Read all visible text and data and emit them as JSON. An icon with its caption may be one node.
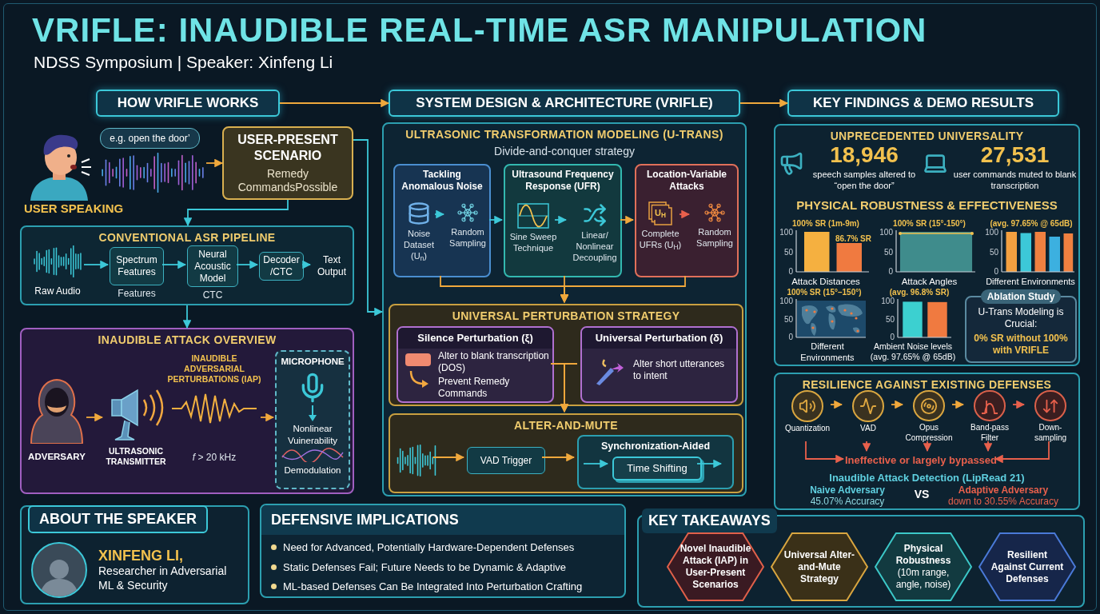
{
  "diagram": {
    "title": "VRIFLE: INAUDIBLE REAL-TIME ASR MANIPULATION",
    "nodes": [
      {
        "text": [
          "HOW VRIFLE WORKS"
        ]
      },
      {
        "text": [
          "SYSTEM DESIGN & ARCHITECTURE (VRIFLE)"
        ]
      },
      {
        "text": [
          "KEY FINDINGS & DEMO RESULTS"
        ]
      },
      {
        "text": [
          "USER SPEAKING"
        ]
      },
      {
        "text": [
          "e.g. open the door’"
        ],
        "in": 3
      },
      {
        "text": [
          "USER-PRESENT SCENARIO",
          "Remedy CommandsPossible"
        ]
      },
      {
        "text": [
          "CONVENTIONAL ASR PIPELINE"
        ]
      },
      {
        "text": [
          "Raw Audio"
        ],
        "in": 6
      },
      {
        "text": [
          "Spectrum Features"
        ],
        "in": 6,
        "beside": [
          "Features"
        ]
      },
      {
        "text": [
          "Neural Acoustic Model"
        ],
        "in": 6,
        "beside": [
          "CTC"
        ]
      },
      {
        "text": [
          "Decoder /CTC"
        ],
        "in": 6
      },
      {
        "text": [
          "Text Output"
        ],
        "in": 6
      },
      {
        "text": [
          "INAUDIBLE ATTACK OVERVIEW"
        ]
      },
      {
        "text": [
          "ADVERSARY"
        ],
        "in": 12
      },
      {
        "text": [
          "ULTRASONIC TRANSMITTER"
        ],
        "in": 12
      },
      {
        "text": [
          "INAUDIBLE ADVERSARIAL PERTURBATIONS (IAP)"
        ],
        "in": 12,
        "beside": [
          "*f* > 20 kHz"
        ]
      },
      {
        "text": [
          "MICROPHONE",
          "Nonlinear Vuinerability",
          "Demodulation"
        ],
        "in": 12
      },
      {
        "text": [
          "ULTRASONIC TRANSFORMATION MODELING (U-TRANS)",
          "Divide-and-conquer strategy"
        ]
      },
      {
        "text": [
          "Tackling Anomalous Noise"
        ],
        "in": 17
      },
      {
        "text": [
          "Noise Dataset (U$_{n}$)"
        ],
        "in": 18
      },
      {
        "text": [
          "Random Sampling"
        ],
        "in": 18
      },
      {
        "text": [
          "Ultrasound Frequency Response (UFR)"
        ],
        "in": 17
      },
      {
        "text": [
          "Sine Sweep Technique"
        ],
        "in": 21
      },
      {
        "text": [
          "Linear/ Nonlinear Decoupling"
        ],
        "in": 21
      },
      {
        "text": [
          "Location-Variable Attacks"
        ],
        "in": 17
      },
      {
        "text": [
          "Complete UFRs (U$_{H}$)"
        ],
        "in": 24
      },
      {
        "text": [
          "Random Sampling"
        ],
        "in": 24
      },
      {
        "text": [
          "UNIVERSAL PERTURBATION STRATEGY"
        ],
        "in": 17
      },
      {
        "text": [
          "Silence Perturbation (ξ)",
          "Alter to blank transcription (DOS)",
          "Prevent Remedy Commands"
        ],
        "in": 27
      },
      {
        "text": [
          "Universal Perturbation (δ)",
          "Alter short utterances to intent"
        ],
        "in": 27
      },
      {
        "text": [
          "ALTER-AND-MUTE"
        ],
        "in": 17
      },
      {
        "text": [],
        "shape": "picture",
        "in": 30
      },
      {
        "text": [
          "VAD Trigger"
        ],
        "in": 30
      },
      {
        "text": [
          "Synchronization-Aided"
        ],
        "in": 30
      },
      {
        "text": [
          "Time Shifting"
        ],
        "in": 33
      },
      {
        "text": [
          "UNPRECEDENTED UNIVERSALITY"
        ]
      },
      {
        "text": [
          "18,946",
          "speech samples altered to “open the door”"
        ],
        "in": 35
      },
      {
        "text": [
          "27,531",
          "user commands muted to blank transcription"
        ],
        "in": 35
      },
      {
        "text": [
          "Ablation Study",
          "U-Trans Modeling is Crucial:",
          "0% SR without 100% with VRIFLE"
        ],
        "in": 35
      },
      {
        "text": [
          "RESILIENCE AGAINST EXISTING DEFENSES"
        ]
      },
      {
        "text": [
          "Quantization"
        ],
        "in": 39
      },
      {
        "text": [
          "VAD"
        ],
        "in": 39
      },
      {
        "text": [
          "Opus Compression"
        ],
        "in": 39
      },
      {
        "text": [
          "Band-pass Filter"
        ],
        "in": 39
      },
      {
        "text": [
          "Down-sampling"
        ],
        "in": 39
      },
      {
        "text": [
          "Ineffective or largely bypassed"
        ],
        "in": 39
      },
      {
        "text": [
          "ABOUT THE SPEAKER",
          "XINFENG LI,",
          "Researcher in Adversarial ML & Security"
        ]
      },
      {
        "text": [
          "DEFENSIVE IMPLICATIONS",
          "Need for Advanced, Potentially Hardware-Dependent Defenses",
          "Static Defenses Fail; Future Needs to be Dynamic & Adaptive",
          "ML-based Defenses Can Be Integrated Into Perturbation Crafting"
        ]
      },
      {
        "text": [
          "KEY TAKEAWAYS"
        ]
      },
      {
        "text": [
          "Novel Inaudible Attack (IAP) in User-Present Scenarios"
        ],
        "in": 48
      },
      {
        "text": [
          "Universal Alter-and-Mute Strategy"
        ],
        "in": 48
      },
      {
        "text": [
          "**Physical Robustness** (10m range, angle, noise)"
        ],
        "in": 48
      },
      {
        "text": [
          "Resilient Against Current Defenses"
        ],
        "in": 48
      }
    ],
    "edges": [
      {
        "from": 0,
        "to": 1,
        "arrow": "to"
      },
      {
        "from": 1,
        "to": 2,
        "arrow": "to"
      },
      {
        "from": 3,
        "to": 5,
        "arrow": "to"
      },
      {
        "from": 5,
        "to": 6,
        "arrow": "to",
        "color": "#3cc8d8"
      },
      {
        "from": 5,
        "to": 17,
        "arrow": "to",
        "color": "#3cc8d8"
      },
      {
        "from": 7,
        "to": 8,
        "arrow": "to",
        "color": "#3cc8d8"
      },
      {
        "from": 8,
        "to": 9,
        "arrow": "to",
        "color": "#3cc8d8"
      },
      {
        "from": 9,
        "to": 10,
        "arrow": "to",
        "color": "#3cc8d8"
      },
      {
        "from": 10,
        "to": 11,
        "arrow": "to",
        "color": "#3cc8d8"
      },
      {
        "from": 6,
        "to": 12,
        "arrow": "to",
        "color": "#3cc8d8"
      },
      {
        "from": 13,
        "to": 14,
        "arrow": "to"
      },
      {
        "from": 15,
        "to": 16,
        "arrow": "to"
      },
      {
        "from": 18,
        "to": 21,
        "arrow": "to",
        "color": "#3cc8d8"
      },
      {
        "from": 21,
        "to": 24,
        "arrow": "to"
      },
      {
        "from": 19,
        "to": 20,
        "arrow": "to",
        "color": "#3cc8d8"
      },
      {
        "from": 22,
        "to": 23,
        "arrow": "to",
        "color": "#3cc8d8"
      },
      {
        "from": 25,
        "to": 26,
        "arrow": "to",
        "color": "#e8604c"
      },
      {
        "from": 18,
        "to": 27,
        "arrow": "to"
      },
      {
        "from": 21,
        "to": 27,
        "arrow": "to"
      },
      {
        "from": 24,
        "to": 27,
        "arrow": "to"
      },
      {
        "from": 28,
        "to": 30,
        "arrow": "to"
      },
      {
        "from": 29,
        "to": 30,
        "arrow": "to"
      },
      {
        "from": 31,
        "to": 32,
        "arrow": "to"
      },
      {
        "from": 32,
        "to": 33,
        "arrow": "to"
      },
      {
        "from": null,
        "to": 34,
        "arrow": "to",
        "color": "#3cc8d8"
      },
      {
        "from": 34,
        "to": null,
        "arrow": "to",
        "color": "#3cc8d8"
      },
      {
        "from": 40,
        "to": 41,
        "arrow": "to"
      },
      {
        "from": 41,
        "to": 42,
        "arrow": "to"
      },
      {
        "from": 42,
        "to": 43,
        "arrow": "to"
      },
      {
        "from": 43,
        "to": 44,
        "arrow": "to",
        "color": "#e8604c"
      },
      {
        "from": 40,
        "to": 45,
        "arrow": "to",
        "color": "#e8604c"
      },
      {
        "from": 41,
        "to": 45,
        "arrow": "to",
        "color": "#e8604c"
      },
      {
        "from": 42,
        "to": 45,
        "arrow": "to",
        "color": "#e8604c"
      },
      {
        "from": 43,
        "to": 45,
        "arrow": "to",
        "color": "#e8604c"
      },
      {
        "from": 44,
        "to": 45,
        "arrow": "to",
        "color": "#e8604c"
      }
    ],
    "labels": [
      "NDSS Symposium | Speaker: Xinfeng Li",
      "PHYSICAL ROBUSTNESS & EFFECTIVENESS",
      "100% SR (1m-9m)",
      "86.7% SR",
      "100",
      "50",
      "0",
      "Attack Distances",
      "100% SR (15°-150°)",
      "100",
      "50",
      "0",
      "Attack Angles",
      "(avg. 97.65% @ 65dB)",
      "100",
      "50",
      "0",
      "Different Environments",
      "100% SR (15°–150°)",
      "100",
      "50",
      "0",
      "Different Environments",
      "(avg. 96.8% SR)",
      "100",
      "50",
      "0",
      "Ambient Noise levels (avg. 97.65% @ 65dB)",
      "U$_{H}$",
      "Inaudible Attack Detection (LipRead 21)",
      "Naive Adversary",
      "45.07% Accuracy",
      "VS",
      "Adaptive Adversary",
      "down to 30.55% Accuracy"
    ]
  }
}
